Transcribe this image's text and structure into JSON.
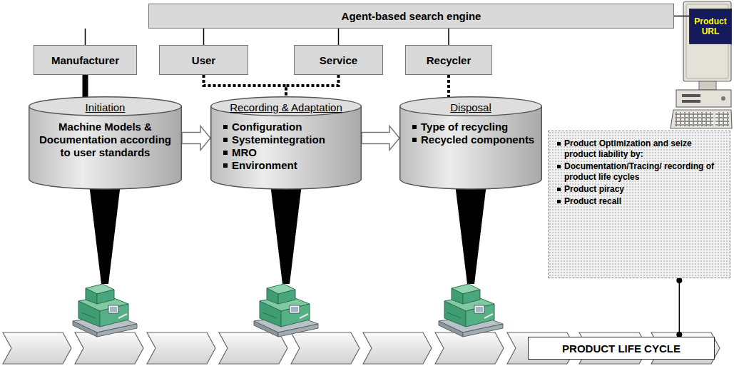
{
  "diagram": {
    "nodes": [
      {
        "text": [
          "Agent-based search engine"
        ]
      },
      {
        "text": [
          "Product URL"
        ]
      },
      {
        "text": [
          "Manufacturer"
        ]
      },
      {
        "text": [
          "User"
        ]
      },
      {
        "text": [
          "Service"
        ]
      },
      {
        "text": [
          "Recycler"
        ]
      },
      {
        "text": [
          "Initiation",
          "Machine Models & Documentation according to user standards"
        ]
      },
      {
        "text": [
          "Recording & Adaptation",
          "Configuration",
          "Systemintegration",
          "MRO",
          "Environment"
        ]
      },
      {
        "text": [
          "Disposal",
          "Type of recycling",
          "Recycled components"
        ]
      },
      {
        "text": [
          "Product Optimization and seize product liability by:",
          "Documentation/Tracing/ recording of product life cycles",
          "Product piracy",
          "Product recall"
        ]
      },
      {
        "text": [
          "PRODUCT LIFE CYCLE"
        ]
      }
    ],
    "edges": [
      {
        "from": 0,
        "to": 1,
        "arrow": "none"
      },
      {
        "from": 0,
        "to": 2,
        "arrow": "none"
      },
      {
        "from": 0,
        "to": 3,
        "arrow": "none"
      },
      {
        "from": 0,
        "to": 4,
        "arrow": "none"
      },
      {
        "from": 0,
        "to": 5,
        "arrow": "none"
      },
      {
        "from": 2,
        "to": 6,
        "arrow": "none"
      },
      {
        "from": 3,
        "to": 7,
        "arrow": "none"
      },
      {
        "from": 4,
        "to": 7,
        "arrow": "none"
      },
      {
        "from": 5,
        "to": 8,
        "arrow": "none"
      },
      {
        "from": 6,
        "to": 7,
        "arrow": "to"
      },
      {
        "from": 7,
        "to": 8,
        "arrow": "to"
      },
      {
        "from": 9,
        "to": 10,
        "arrow": "none"
      }
    ]
  }
}
